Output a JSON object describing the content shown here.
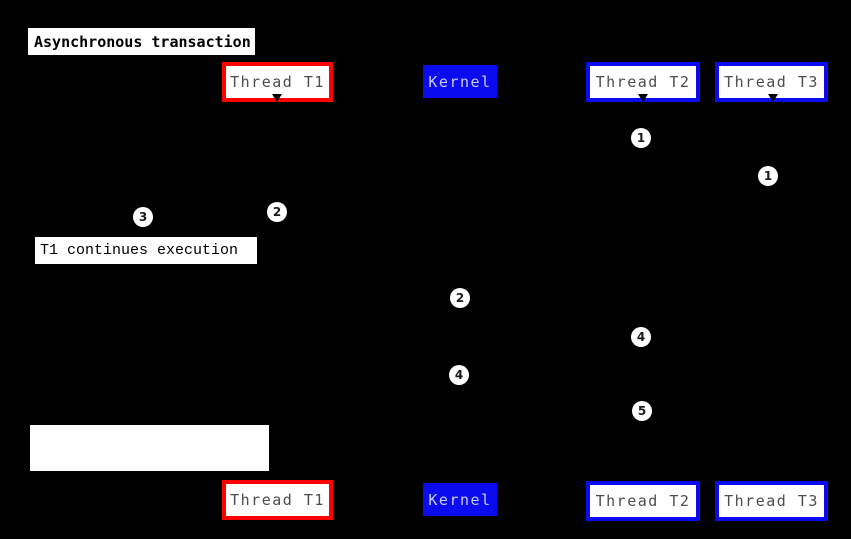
{
  "diagram": {
    "title": "Asynchronous transaction",
    "participants": [
      {
        "id": "thread-t1",
        "label": "Thread T1"
      },
      {
        "id": "kernel",
        "label": "Kernel"
      },
      {
        "id": "thread-t2",
        "label": "Thread T2"
      },
      {
        "id": "thread-t3",
        "label": "Thread T3"
      }
    ],
    "note": {
      "text": "T1 continues execution"
    },
    "blank_note": {
      "text": ""
    },
    "markers": [
      {
        "n": "1",
        "at": "thread-t2-lifeline-upper"
      },
      {
        "n": "1",
        "at": "thread-t3-lifeline-upper"
      },
      {
        "n": "2",
        "at": "thread-t1-lifeline"
      },
      {
        "n": "3",
        "at": "left-of-thread-t1"
      },
      {
        "n": "2",
        "at": "kernel-lifeline-upper"
      },
      {
        "n": "4",
        "at": "thread-t2-lifeline-mid"
      },
      {
        "n": "4",
        "at": "kernel-lifeline-lower"
      },
      {
        "n": "5",
        "at": "thread-t2-lifeline-lower"
      }
    ],
    "colors": {
      "background": "#000000",
      "thread_t1_border": "#ff0000",
      "thread_t2_border": "#0b0bef",
      "thread_t3_border": "#0b0bef",
      "kernel_fill": "#0b0bef",
      "kernel_text": "#ccccff",
      "participant_text": "#4d4d4d",
      "box_fill": "#ffffff",
      "marker_fill": "#ffffff",
      "marker_text": "#000000"
    }
  }
}
